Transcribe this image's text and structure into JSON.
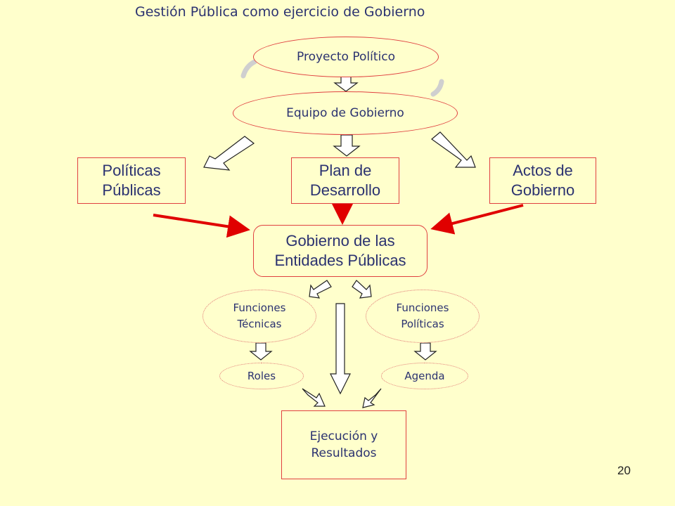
{
  "title": "Gestión Pública como ejercicio de Gobierno",
  "page_number": "20",
  "nodes": {
    "proyecto_politico": "Proyecto Político",
    "equipo_gobierno": "Equipo de Gobierno",
    "politicas_publicas": [
      "Políticas",
      "Públicas"
    ],
    "plan_desarrollo": [
      "Plan de",
      "Desarrollo"
    ],
    "actos_gobierno": [
      "Actos de",
      "Gobierno"
    ],
    "gobierno_entidades": [
      "Gobierno de las",
      "Entidades Públicas"
    ],
    "funciones_tecnicas": [
      "Funciones",
      "Técnicas"
    ],
    "funciones_politicas": [
      "Funciones",
      "Políticas"
    ],
    "roles": "Roles",
    "agenda": "Agenda",
    "ejecucion": [
      "Ejecución y",
      "Resultados"
    ]
  },
  "colors": {
    "background": "#ffffcc",
    "box_border": "#e04040",
    "red_arrow": "#e00000",
    "text": "#2b3270"
  }
}
